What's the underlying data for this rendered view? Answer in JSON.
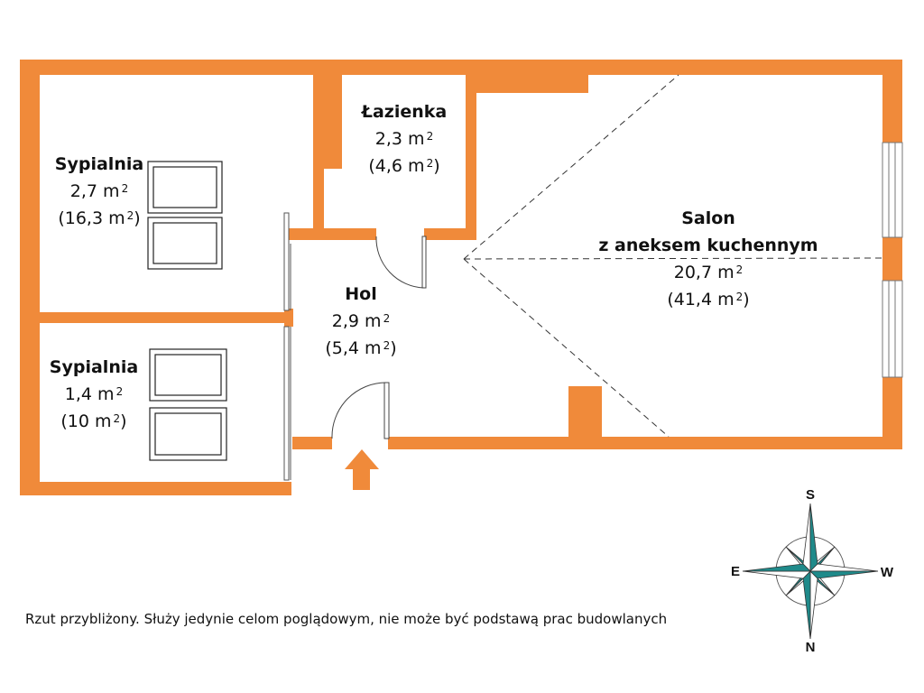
{
  "colors": {
    "wall": "#f08a3a",
    "compass_fill": "#1f8a8a",
    "compass_stroke": "#333333"
  },
  "rooms": [
    {
      "id": "bedroom1",
      "name": "Sypialnia",
      "area_value": "2,7 m",
      "area_full_value": "(16,3 m",
      "unit_exp": "2",
      "close_paren": ")"
    },
    {
      "id": "bathroom",
      "name": "Łazienka",
      "area_value": "2,3 m",
      "area_full_value": "(4,6 m",
      "unit_exp": "2",
      "close_paren": ")"
    },
    {
      "id": "living",
      "name": "Salon",
      "name_line2": "z aneksem kuchennym",
      "area_value": "20,7 m",
      "area_full_value": "(41,4 m",
      "unit_exp": "2",
      "close_paren": ")"
    },
    {
      "id": "hall",
      "name": "Hol",
      "area_value": "2,9 m",
      "area_full_value": "(5,4 m",
      "unit_exp": "2",
      "close_paren": ")"
    },
    {
      "id": "bedroom2",
      "name": "Sypialnia",
      "area_value": "1,4 m",
      "area_full_value": "(10 m",
      "unit_exp": "2",
      "close_paren": ")"
    }
  ],
  "compass": {
    "top": "S",
    "left": "E",
    "right": "W",
    "bottom": "N"
  },
  "disclaimer": "Rzut przybliżony. Służy jedynie celom poglądowym, nie może być podstawą prac budowlanych",
  "entrance_marker": "entrance-arrow-icon"
}
